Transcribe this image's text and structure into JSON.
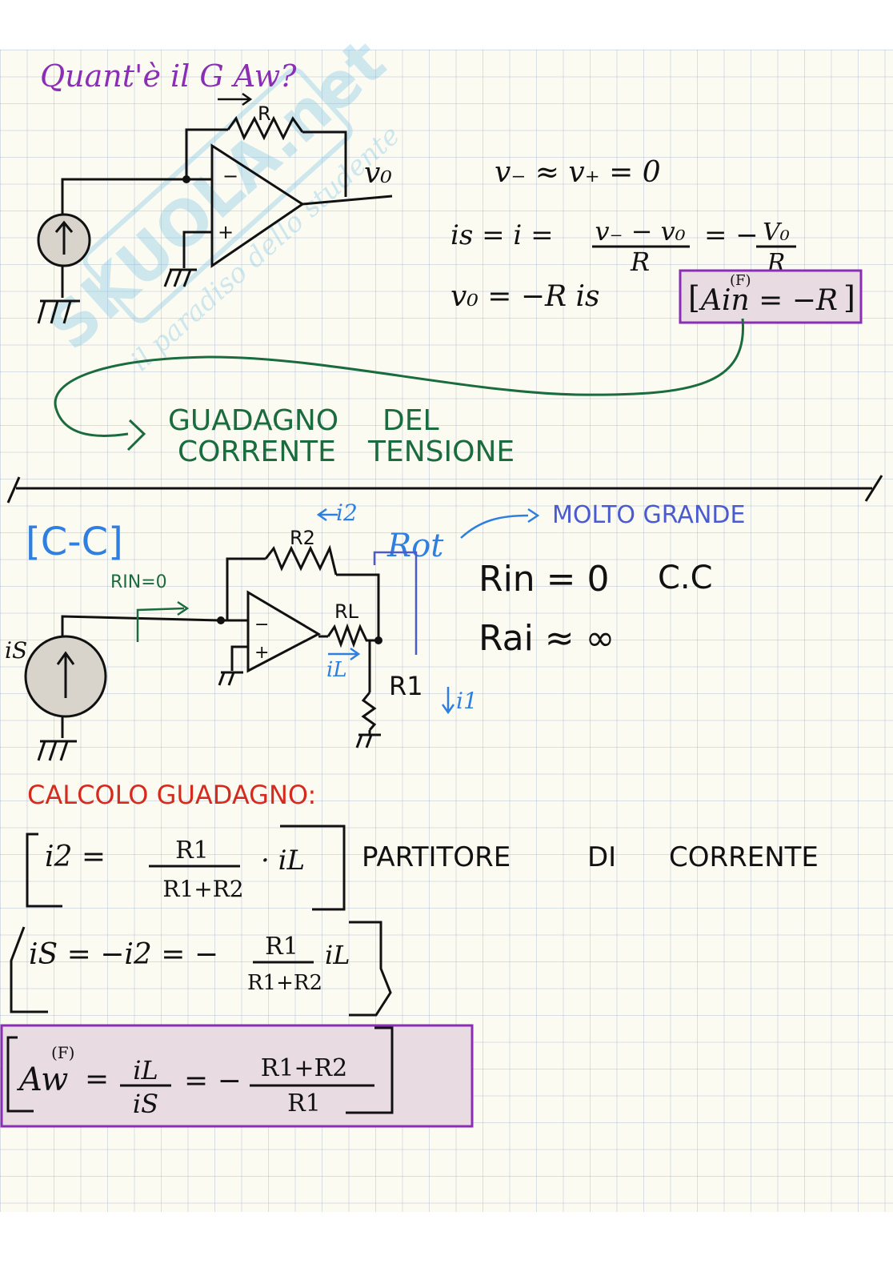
{
  "colors": {
    "ink": "#111111",
    "purple": "#8a2fb5",
    "green": "#1a6b3e",
    "blue": "#2f7fe0",
    "indigo": "#4a5bd0",
    "red": "#d52a1e",
    "box_fill": "#e9dbe2",
    "box_stroke": "#8a2fb5",
    "watermark": "#7ac4e6"
  },
  "watermark": {
    "brand": "SKUOLA.net",
    "tagline": "il paradiso dello studente"
  },
  "section1": {
    "question": "Quant'è il G Aw?",
    "label_R": "R",
    "label_vo": "v₀",
    "op_minus": "−",
    "op_plus": "+",
    "eq1": "v₋ ≈ v₊ = 0",
    "eq2_left": "is = i =",
    "eq2_num": "v₋ − v₀",
    "eq2_den": "R",
    "eq2_mid": "= −",
    "eq2_num2": "V₀",
    "eq2_den2": "R",
    "eq3": "v₀ = −R is",
    "boxed": "[A(F)in = −R]",
    "boxed_sup": "(F)",
    "boxed_main": "Ain = −R",
    "annot_col1_line1": "GUADAGNO",
    "annot_col1_line2": "CORRENTE",
    "annot_col2_line1": "DEL",
    "annot_col2_line2": "TENSIONE"
  },
  "section2": {
    "tag": "[C-C]",
    "label_i2": "i2",
    "label_R2": "R2",
    "label_Rout": "Rot",
    "molto": "MOLTO GRANDE",
    "label_Rin0": "RIN=0",
    "label_is": "iS",
    "label_RL": "RL",
    "label_iL": "iL",
    "label_R1": "R1",
    "label_i1": "i1",
    "op_minus": "−",
    "op_plus": "+",
    "rin_eq": "Rin = 0",
    "cc": "C.C",
    "rout_eq": "Rai ≈ ∞"
  },
  "section3": {
    "title": "CALCOLO GUADAGNO:",
    "eq1_left": "i2 =",
    "eq1_num": "R1",
    "eq1_den": "R1+R2",
    "eq1_right": "· iL",
    "partitore_1": "PARTITORE",
    "partitore_2": "DI",
    "partitore_3": "CORRENTE",
    "eq2_left": "iS = −i2 = −",
    "eq2_num": "R1",
    "eq2_den": "R1+R2",
    "eq2_right": "iL",
    "eq3_left": "Aw",
    "eq3_sup": "(F)",
    "eq3_mid": "=",
    "eq3_num1": "iL",
    "eq3_den1": "iS",
    "eq3_eq2": "= −",
    "eq3_num2": "R1+R2",
    "eq3_den2": "R1"
  }
}
